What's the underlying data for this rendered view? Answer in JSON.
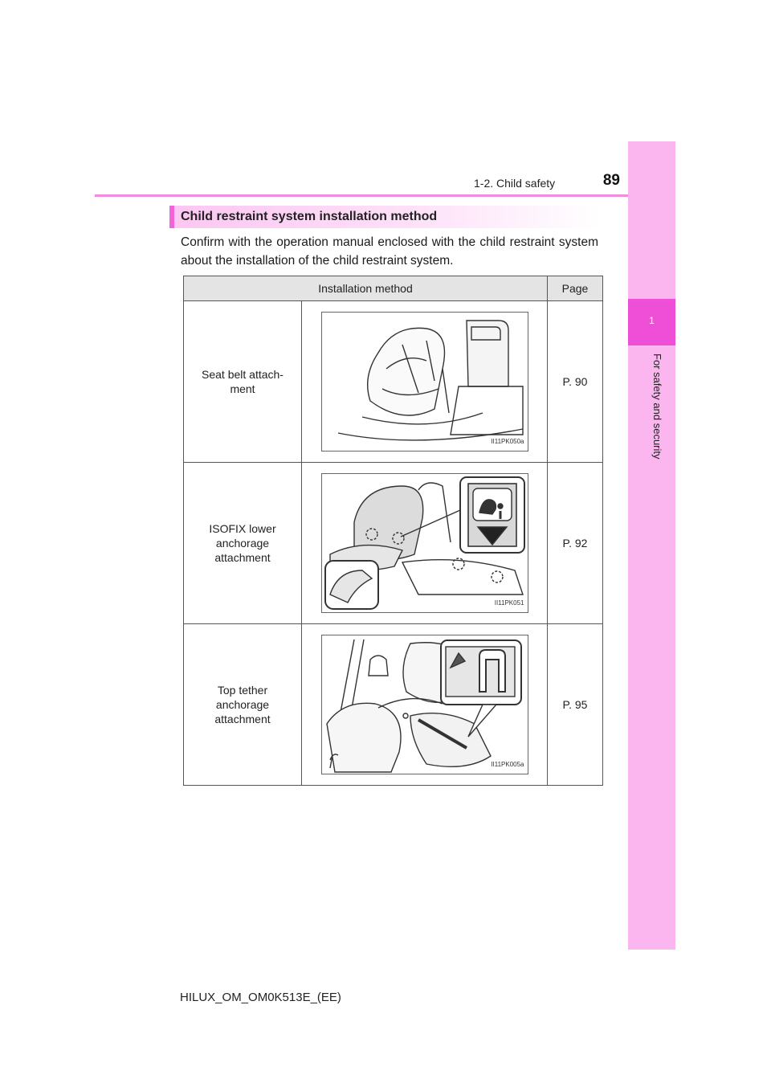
{
  "header": {
    "section": "1-2. Child safety",
    "page_number": "89"
  },
  "side_tab": {
    "chapter_number": "1",
    "chapter_title": "For safety and security"
  },
  "section_heading": "Child restraint system installation method",
  "intro_text": "Confirm with the operation manual enclosed with the child restraint system about the installation of the child restraint system.",
  "table": {
    "headers": [
      "Installation method",
      "Page"
    ],
    "rows": [
      {
        "method": "Seat belt attach- ment",
        "figure_code": "II11PK050a",
        "figure_icon": "seat-belt-child-seat-illustration",
        "page": "P. 90"
      },
      {
        "method": "ISOFIX lower anchorage attachment",
        "figure_code": "II11PK051",
        "figure_icon": "isofix-anchor-illustration",
        "page": "P. 92"
      },
      {
        "method": "Top tether anchorage attachment",
        "figure_code": "II11PK005a",
        "figure_icon": "top-tether-illustration",
        "page": "P. 95"
      }
    ]
  },
  "footer": "HILUX_OM_OM0K513E_(EE)",
  "colors": {
    "accent_pink": "#f08cdc",
    "tab_pink": "#fbb6f0",
    "tab_active": "#ee4fd6"
  }
}
